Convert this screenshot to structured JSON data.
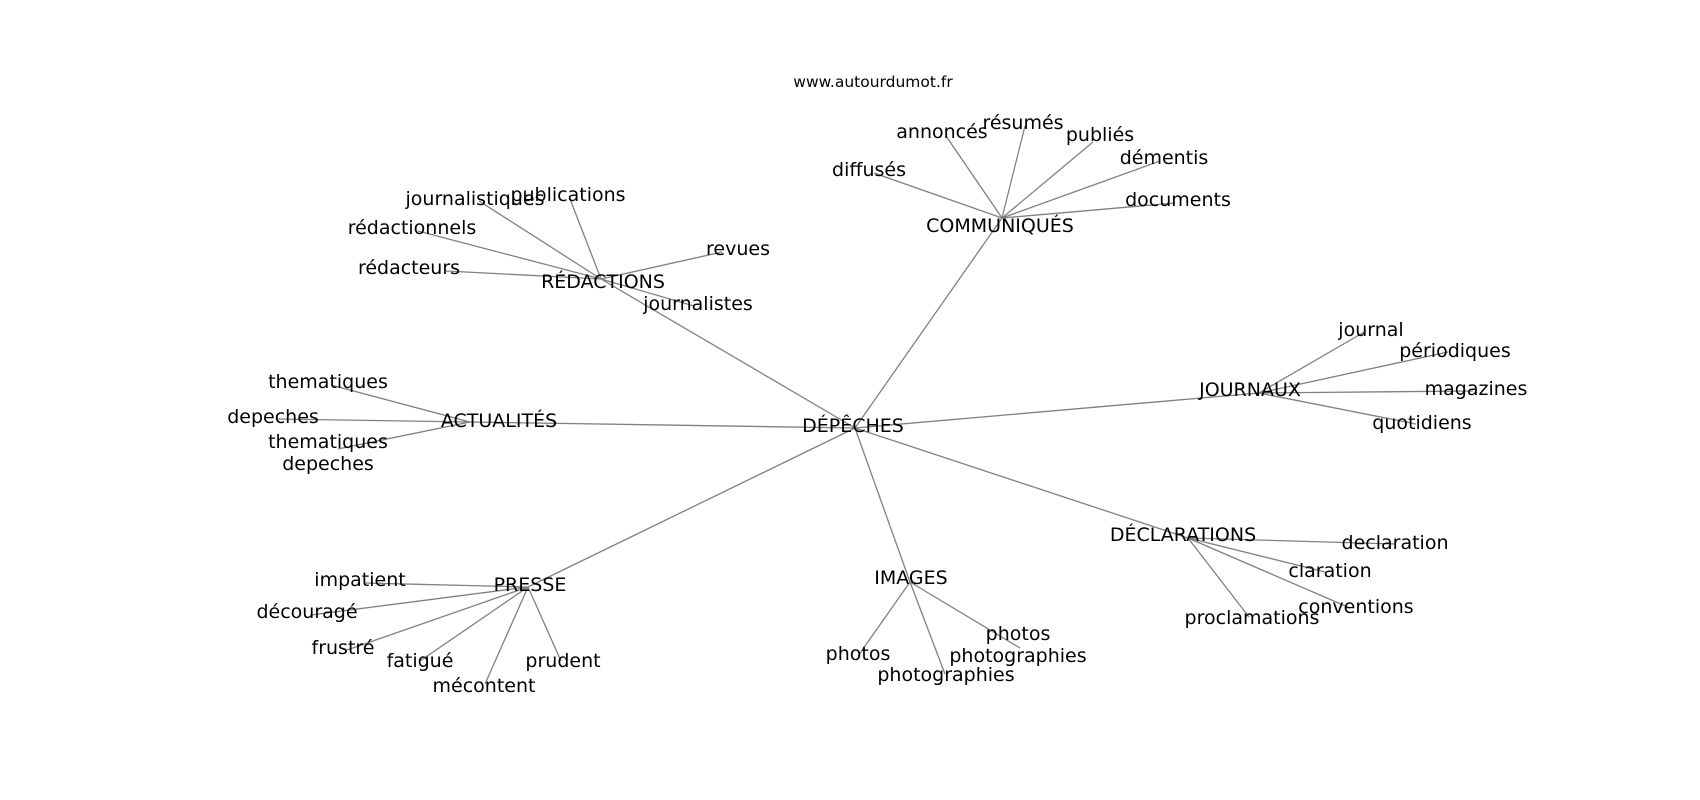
{
  "site": "www.autourdumot.fr",
  "root": "DÉPÊCHES",
  "clusters": [
    {
      "hub": "COMMUNIQUÉS",
      "words": [
        "annoncés",
        "résumés",
        "publiés",
        "démentis",
        "diffusés",
        "documents"
      ]
    },
    {
      "hub": "RÉDACTIONS",
      "words": [
        "journalistiques",
        "publications",
        "rédactionnels",
        "rédacteurs",
        "revues",
        "journalistes"
      ]
    },
    {
      "hub": "JOURNAUX",
      "words": [
        "journal",
        "périodiques",
        "magazines",
        "quotidiens"
      ]
    },
    {
      "hub": "ACTUALITÉS",
      "words": [
        "thematiques",
        "depeches",
        "thematiques\ndepeches"
      ]
    },
    {
      "hub": "DÉCLARATIONS",
      "words": [
        "declaration",
        "claration",
        "conventions",
        "proclamations"
      ]
    },
    {
      "hub": "IMAGES",
      "words": [
        "photos",
        "photos\nphotographies",
        "photographies"
      ]
    },
    {
      "hub": "PRESSE",
      "words": [
        "impatient",
        "découragé",
        "frustré",
        "fatigué",
        "mécontent",
        "prudent"
      ]
    }
  ]
}
